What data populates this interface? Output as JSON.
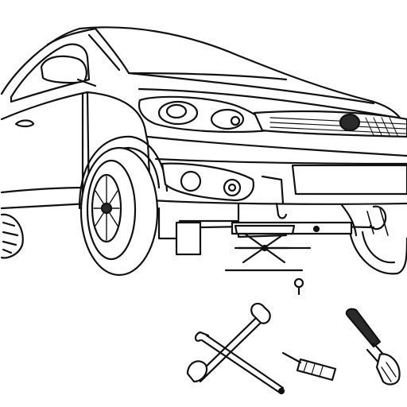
{
  "scene": {
    "subject": "car-on-jack-line-drawing",
    "colors": {
      "ink": "#111111",
      "paper": "#ffffff",
      "shade": "#2a2a2a"
    },
    "tools": [
      "lug-wrench",
      "jack-handle",
      "screwdriver",
      "spark-plug-socket"
    ]
  }
}
